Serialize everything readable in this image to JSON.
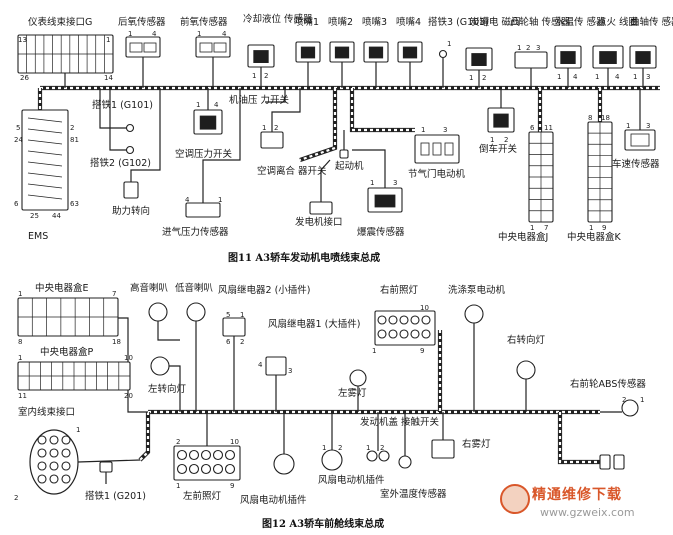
{
  "fig11": {
    "caption": "图11    A3轿车发动机电喷线束总成",
    "labels": {
      "g_connector": "仪表线束接口G",
      "rear_o2": "后氧传感器",
      "front_o2": "前氧传感器",
      "coolant_sensor": "冷却液位\n传感器",
      "inj1": "喷嘴1",
      "inj2": "喷嘴2",
      "inj3": "喷嘴3",
      "inj4": "喷嘴4",
      "ground3": "搭铁3\n(G103)",
      "canister": "炭罐电\n磁阀",
      "cam_sensor": "凸轮轴\n传感器",
      "water_temp": "水温传\n感器",
      "ignition_coil": "点火\n线圈",
      "crank_sensor": "曲轴传\n感器",
      "ground1": "搭铁1\n(G101)",
      "ground2": "搭铁2 (G102)",
      "ac_pressure": "空调压力开关",
      "oil_pressure": "机油压\n力开关",
      "ac_clutch": "空调离合\n器开关",
      "starter": "起动机",
      "throttle_motor": "节气门电动机",
      "reverse_switch": "倒车开关",
      "speed_sensor": "车速传感器",
      "power_steering": "助力转向",
      "intake_pressure": "进气压力传感器",
      "generator": "发电机接口",
      "knock_sensor": "爆震传感器",
      "fuse_j": "中央电器盒J",
      "fuse_k": "中央电器盒K",
      "ems": "EMS"
    },
    "pins": {
      "g_13": "13",
      "g_1": "1",
      "g_26": "26",
      "g_14": "14",
      "ro2_1": "1",
      "ro2_4": "4",
      "fo2_1": "1",
      "fo2_4": "4",
      "cool_1": "1",
      "cool_2": "2",
      "gnd3_1": "1",
      "can_1": "1",
      "can_2": "2",
      "cam_1": "1",
      "cam_2": "2",
      "cam_3": "3",
      "wt_1": "1",
      "wt_4": "4",
      "ign_1": "1",
      "ign_4": "4",
      "crank_1": "1",
      "crank_3": "3",
      "ems_5": "5",
      "ems_24": "24",
      "ems_2": "2",
      "ems_81": "81",
      "ems_6": "6",
      "ems_25": "25",
      "ems_44": "44",
      "ems_63": "63",
      "acp_1": "1",
      "acp_4": "4",
      "acc_1": "1",
      "acc_2": "2",
      "thr_1": "1",
      "thr_3": "3",
      "rev_1": "1",
      "rev_2": "2",
      "knock_1": "1",
      "knock_3": "3",
      "ip_4": "4",
      "ip_1": "1",
      "j_6": "6",
      "j_11": "11",
      "j_1": "1",
      "j_7": "7",
      "k_8": "8",
      "k_18": "18",
      "k_1": "1",
      "k_9": "9",
      "spd_1": "1",
      "spd_3": "3"
    }
  },
  "fig12": {
    "caption": "图12    A3轿车前舱线束总成",
    "labels": {
      "fuse_e": "中央电器盒E",
      "fuse_p": "中央电器盒P",
      "high_horn": "高音喇叭",
      "low_horn": "低音喇叭",
      "fan_relay2": "风扇继电器2\n(小插件)",
      "fan_relay1": "风扇继电器1\n(大插件)",
      "right_headlamp": "右前照灯",
      "washer_motor": "洗涤泵电动机",
      "left_turn": "左转向灯",
      "right_turn": "右转向灯",
      "left_fog": "左雾灯",
      "abs_sensor": "右前轮ABS传感器",
      "interior_connector": "室内线束接口",
      "hood_switch": "发动机盖\n接触开关",
      "right_fog": "右雾灯",
      "ground1": "搭铁1 (G201)",
      "left_headlamp": "左前照灯",
      "fan_motor_plug": "风扇电动机插件",
      "fan_motor_conn": "风扇电动机插件",
      "ambient_temp": "室外温度传感器"
    },
    "pins": {
      "e_1": "1",
      "e_7": "7",
      "e_8": "8",
      "e_18": "18",
      "p_1": "1",
      "p_10": "10",
      "p_11": "11",
      "p_20": "20",
      "r2_5": "5",
      "r2_1": "1",
      "r2_6": "6",
      "r2_2": "2",
      "r1_4": "4",
      "r1_3": "3",
      "rh_1": "1",
      "rh_10": "10",
      "rh_9": "9",
      "lh_2": "2",
      "lh_10": "10",
      "lh_1": "1",
      "lh_9": "9",
      "int_1": "1",
      "int_2": "2",
      "abs_2": "2",
      "abs_1": "1",
      "fm_1": "1",
      "fm_2": "2",
      "hs_1": "1",
      "hs_2": "2"
    }
  },
  "watermark": {
    "site_name": "精通维修下载",
    "url": "www.gzweix.com"
  }
}
